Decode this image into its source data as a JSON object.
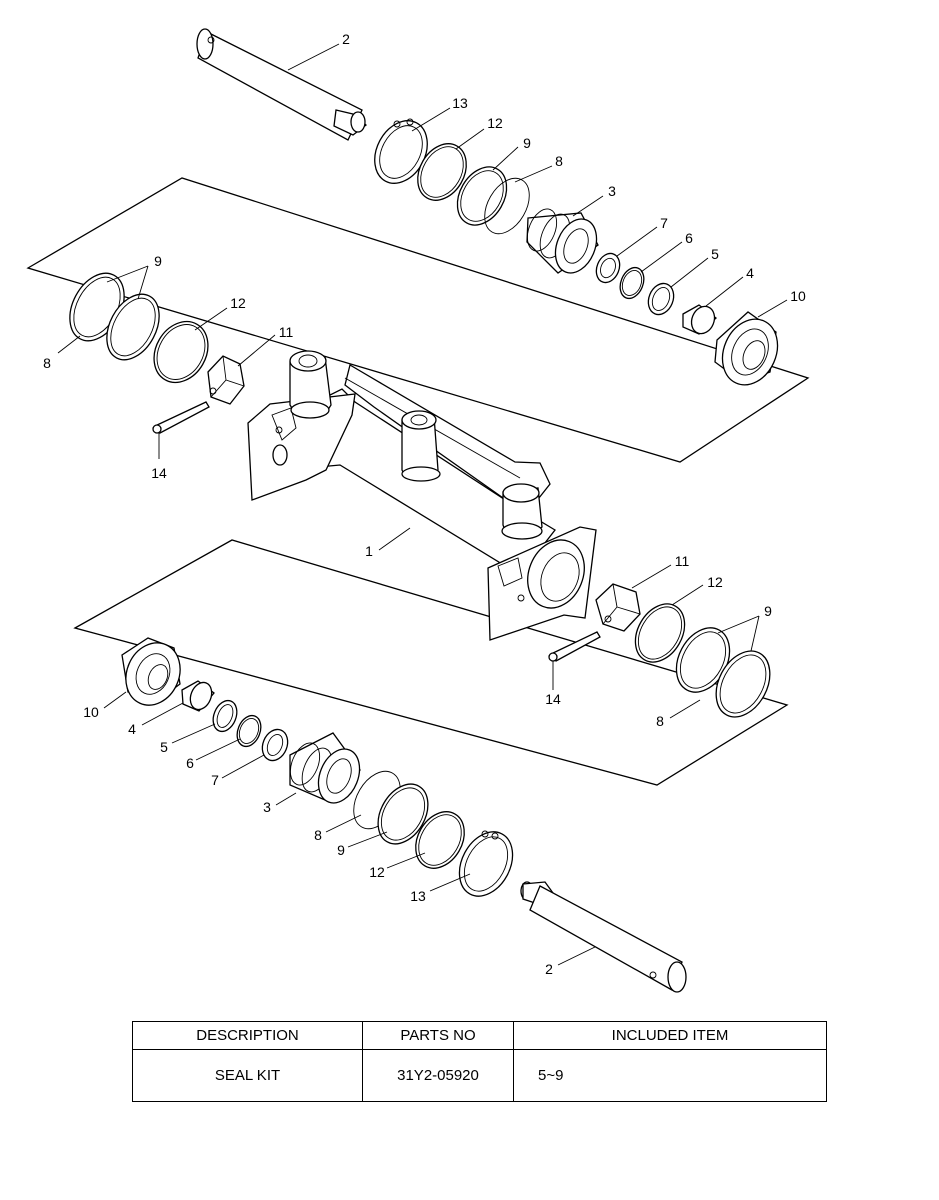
{
  "callouts": {
    "upper": {
      "pin": "2",
      "snap_ring": "13",
      "backup_ring": "12",
      "seal_outer": "9",
      "o_ring": "8",
      "bushing": "3",
      "ring7": "7",
      "ring6": "6",
      "ring5": "5",
      "sleeve": "4",
      "boss": "10"
    },
    "left": {
      "ring9": "9",
      "o_ring8": "8",
      "ring12": "12",
      "nut": "11",
      "cotter_pin": "14"
    },
    "body": "1",
    "right": {
      "nut": "11",
      "ring12": "12",
      "ring9": "9",
      "o_ring8": "8",
      "cotter_pin": "14"
    },
    "lower": {
      "boss": "10",
      "sleeve": "4",
      "ring5": "5",
      "ring6": "6",
      "ring7": "7",
      "bushing": "3",
      "o_ring": "8",
      "seal": "9",
      "backup_ring": "12",
      "snap_ring": "13",
      "pin": "2"
    }
  },
  "table": {
    "headers": {
      "description": "DESCRIPTION",
      "parts_no": "PARTS NO",
      "included_item": "INCLUDED ITEM"
    },
    "rows": [
      {
        "description": "SEAL KIT",
        "parts_no": "31Y2-05920",
        "included_item": "5~9"
      }
    ]
  }
}
